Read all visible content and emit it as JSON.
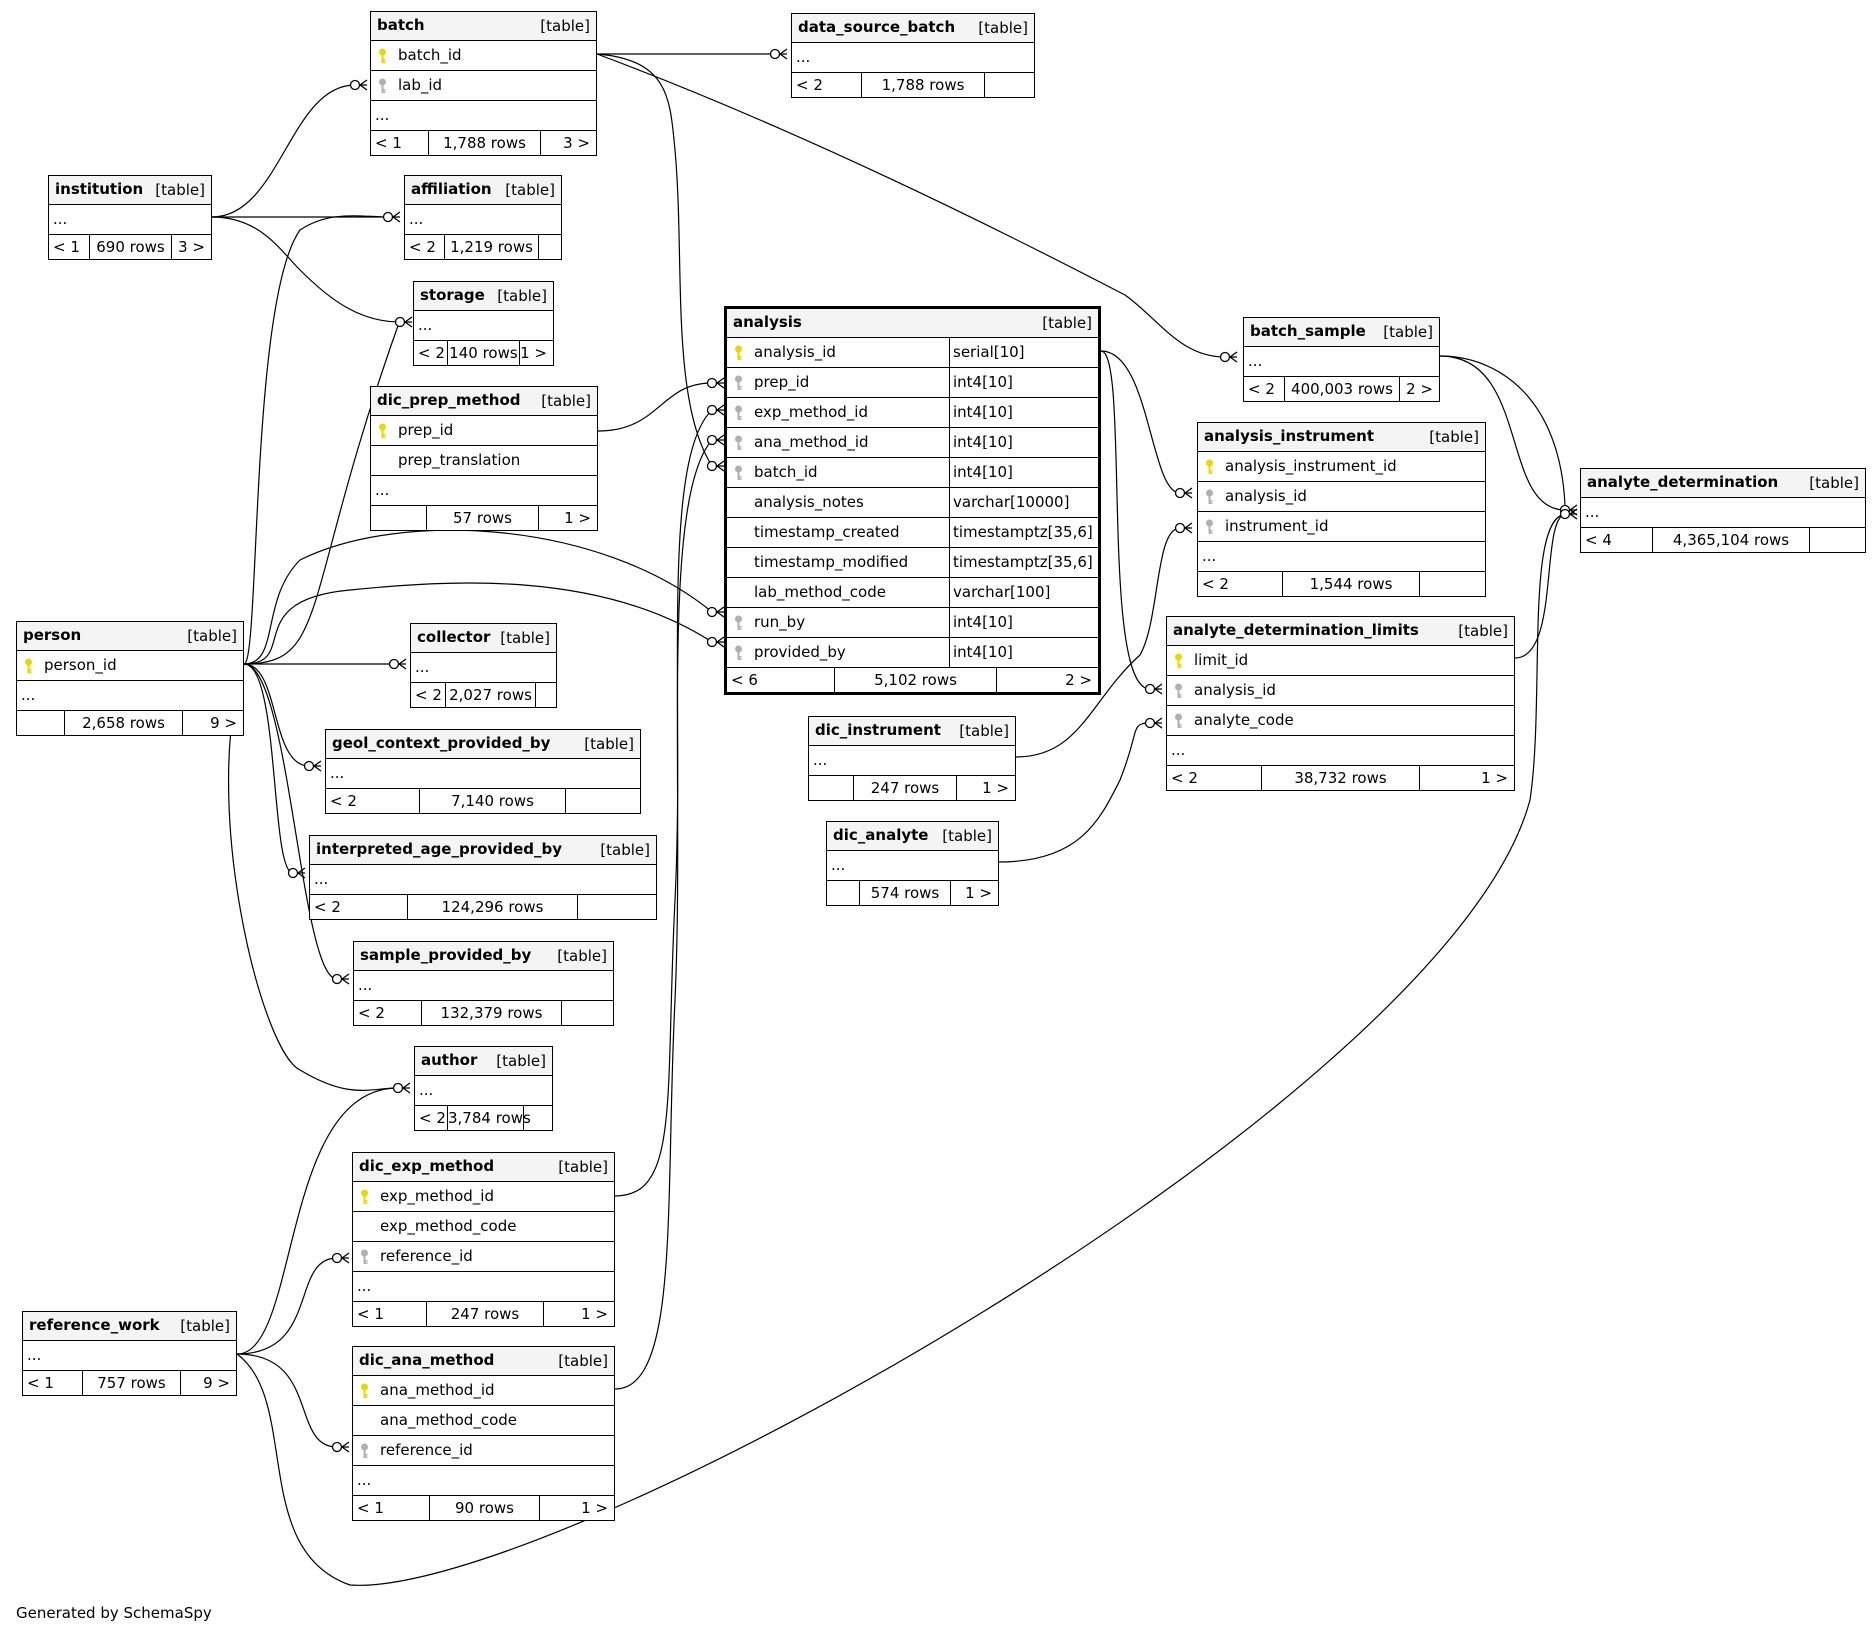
{
  "credit": "Generated by SchemaSpy",
  "tables": {
    "batch": {
      "name": "batch",
      "type": "[table]",
      "rows": [
        {
          "t": "batch_id",
          "k": "pk"
        },
        {
          "t": "lab_id",
          "k": "fk"
        },
        {
          "t": "...",
          "k": ""
        }
      ],
      "foot": [
        "< 1",
        "1,788 rows",
        "3 >"
      ]
    },
    "data_source_batch": {
      "name": "data_source_batch",
      "type": "[table]",
      "rows": [
        {
          "t": "...",
          "k": ""
        }
      ],
      "foot": [
        "< 2",
        "1,788 rows",
        ""
      ]
    },
    "institution": {
      "name": "institution",
      "type": "[table]",
      "rows": [
        {
          "t": "...",
          "k": ""
        }
      ],
      "foot": [
        "< 1",
        "690 rows",
        "3 >"
      ]
    },
    "affiliation": {
      "name": "affiliation",
      "type": "[table]",
      "rows": [
        {
          "t": "...",
          "k": ""
        }
      ],
      "foot": [
        "< 2",
        "1,219 rows",
        ""
      ]
    },
    "storage": {
      "name": "storage",
      "type": "[table]",
      "rows": [
        {
          "t": "...",
          "k": ""
        }
      ],
      "foot": [
        "< 2",
        "140 rows",
        "1 >"
      ]
    },
    "dic_prep_method": {
      "name": "dic_prep_method",
      "type": "[table]",
      "rows": [
        {
          "t": "prep_id",
          "k": "pk"
        },
        {
          "t": "prep_translation",
          "k": ""
        },
        {
          "t": "...",
          "k": ""
        }
      ],
      "foot": [
        "",
        "57 rows",
        "1 >"
      ]
    },
    "analysis": {
      "name": "analysis",
      "type": "[table]",
      "rows": [
        {
          "t": "analysis_id",
          "k": "pk",
          "ty": "serial[10]"
        },
        {
          "t": "prep_id",
          "k": "fk",
          "ty": "int4[10]"
        },
        {
          "t": "exp_method_id",
          "k": "fk",
          "ty": "int4[10]"
        },
        {
          "t": "ana_method_id",
          "k": "fk",
          "ty": "int4[10]"
        },
        {
          "t": "batch_id",
          "k": "fk",
          "ty": "int4[10]"
        },
        {
          "t": "analysis_notes",
          "k": "",
          "ty": "varchar[10000]"
        },
        {
          "t": "timestamp_created",
          "k": "",
          "ty": "timestamptz[35,6]"
        },
        {
          "t": "timestamp_modified",
          "k": "",
          "ty": "timestamptz[35,6]"
        },
        {
          "t": "lab_method_code",
          "k": "",
          "ty": "varchar[100]"
        },
        {
          "t": "run_by",
          "k": "fk",
          "ty": "int4[10]"
        },
        {
          "t": "provided_by",
          "k": "fk",
          "ty": "int4[10]"
        }
      ],
      "foot": [
        "< 6",
        "5,102 rows",
        "2 >"
      ]
    },
    "batch_sample": {
      "name": "batch_sample",
      "type": "[table]",
      "rows": [
        {
          "t": "...",
          "k": ""
        }
      ],
      "foot": [
        "< 2",
        "400,003 rows",
        "2 >"
      ]
    },
    "analysis_instrument": {
      "name": "analysis_instrument",
      "type": "[table]",
      "rows": [
        {
          "t": "analysis_instrument_id",
          "k": "pk"
        },
        {
          "t": "analysis_id",
          "k": "fk"
        },
        {
          "t": "instrument_id",
          "k": "fk"
        },
        {
          "t": "...",
          "k": ""
        }
      ],
      "foot": [
        "< 2",
        "1,544 rows",
        ""
      ]
    },
    "analyte_determination": {
      "name": "analyte_determination",
      "type": "[table]",
      "rows": [
        {
          "t": "...",
          "k": ""
        }
      ],
      "foot": [
        "< 4",
        "4,365,104 rows",
        ""
      ]
    },
    "person": {
      "name": "person",
      "type": "[table]",
      "rows": [
        {
          "t": "person_id",
          "k": "pk"
        },
        {
          "t": "...",
          "k": ""
        }
      ],
      "foot": [
        "",
        "2,658 rows",
        "9 >"
      ]
    },
    "collector": {
      "name": "collector",
      "type": "[table]",
      "rows": [
        {
          "t": "...",
          "k": ""
        }
      ],
      "foot": [
        "< 2",
        "2,027 rows",
        ""
      ]
    },
    "analyte_determination_limits": {
      "name": "analyte_determination_limits",
      "type": "[table]",
      "rows": [
        {
          "t": "limit_id",
          "k": "pk"
        },
        {
          "t": "analysis_id",
          "k": "fk"
        },
        {
          "t": "analyte_code",
          "k": "fk"
        },
        {
          "t": "...",
          "k": ""
        }
      ],
      "foot": [
        "< 2",
        "38,732 rows",
        "1 >"
      ]
    },
    "dic_instrument": {
      "name": "dic_instrument",
      "type": "[table]",
      "rows": [
        {
          "t": "...",
          "k": ""
        }
      ],
      "foot": [
        "",
        "247 rows",
        "1 >"
      ]
    },
    "geol_context_provided_by": {
      "name": "geol_context_provided_by",
      "type": "[table]",
      "rows": [
        {
          "t": "...",
          "k": ""
        }
      ],
      "foot": [
        "< 2",
        "7,140 rows",
        ""
      ]
    },
    "dic_analyte": {
      "name": "dic_analyte",
      "type": "[table]",
      "rows": [
        {
          "t": "...",
          "k": ""
        }
      ],
      "foot": [
        "",
        "574 rows",
        "1 >"
      ]
    },
    "interpreted_age_provided_by": {
      "name": "interpreted_age_provided_by",
      "type": "[table]",
      "rows": [
        {
          "t": "...",
          "k": ""
        }
      ],
      "foot": [
        "< 2",
        "124,296 rows",
        ""
      ]
    },
    "sample_provided_by": {
      "name": "sample_provided_by",
      "type": "[table]",
      "rows": [
        {
          "t": "...",
          "k": ""
        }
      ],
      "foot": [
        "< 2",
        "132,379 rows",
        ""
      ]
    },
    "author": {
      "name": "author",
      "type": "[table]",
      "rows": [
        {
          "t": "...",
          "k": ""
        }
      ],
      "foot": [
        "< 2",
        "3,784 rows",
        ""
      ]
    },
    "dic_exp_method": {
      "name": "dic_exp_method",
      "type": "[table]",
      "rows": [
        {
          "t": "exp_method_id",
          "k": "pk"
        },
        {
          "t": "exp_method_code",
          "k": ""
        },
        {
          "t": "reference_id",
          "k": "fk"
        },
        {
          "t": "...",
          "k": ""
        }
      ],
      "foot": [
        "< 1",
        "247 rows",
        "1 >"
      ]
    },
    "reference_work": {
      "name": "reference_work",
      "type": "[table]",
      "rows": [
        {
          "t": "...",
          "k": ""
        }
      ],
      "foot": [
        "< 1",
        "757 rows",
        "9 >"
      ]
    },
    "dic_ana_method": {
      "name": "dic_ana_method",
      "type": "[table]",
      "rows": [
        {
          "t": "ana_method_id",
          "k": "pk"
        },
        {
          "t": "ana_method_code",
          "k": ""
        },
        {
          "t": "reference_id",
          "k": "fk"
        },
        {
          "t": "...",
          "k": ""
        }
      ],
      "foot": [
        "< 1",
        "90 rows",
        "1 >"
      ]
    }
  },
  "key_colors": {
    "pk": "#e8d800",
    "fk": "#b0b0b0"
  }
}
